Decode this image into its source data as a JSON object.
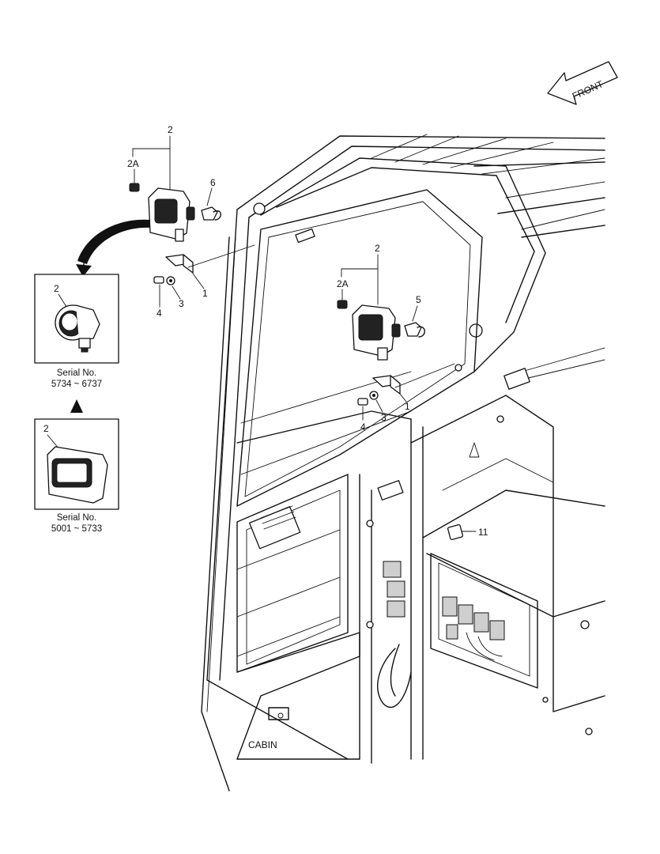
{
  "front_label": "FRONT",
  "cabin_label": "CABIN",
  "parts": {
    "lamp_left": "2",
    "lamp_left_sub": "2A",
    "hose_left": "6",
    "bracket_left": "1",
    "washer_left": "3",
    "bolt_left": "4",
    "lamp_center": "2",
    "lamp_center_sub": "2A",
    "hose_center": "5",
    "bracket_center": "1",
    "washer_center": "3",
    "bolt_center": "4",
    "relay": "11"
  },
  "variant_round": {
    "part": "2",
    "serial_label": "Serial No.",
    "serial_range": "5734 ~ 6737"
  },
  "variant_rect": {
    "part": "2",
    "serial_label": "Serial No.",
    "serial_range": "5001 ~ 5733"
  }
}
